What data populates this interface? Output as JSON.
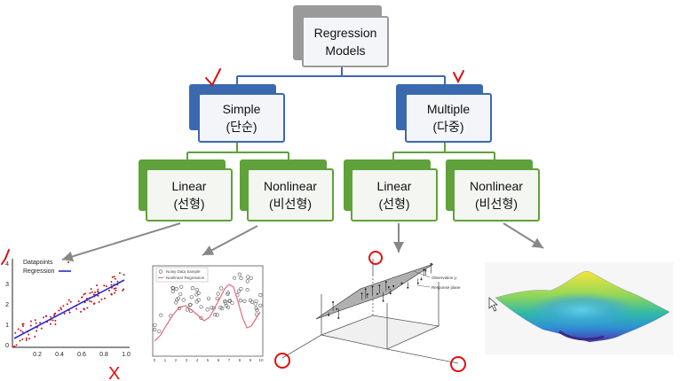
{
  "tree": {
    "root": {
      "line1": "Regression",
      "line2": "Models"
    },
    "simple": {
      "line1": "Simple",
      "line2": "(단순)"
    },
    "multiple": {
      "line1": "Multiple",
      "line2": "(다중)"
    },
    "simple_linear": {
      "line1": "Linear",
      "line2": "(선형)"
    },
    "simple_nonlinear": {
      "line1": "Nonlinear",
      "line2": "(비선형)"
    },
    "multiple_linear": {
      "line1": "Linear",
      "line2": "(선형)"
    },
    "multiple_nonlinear": {
      "line1": "Nonlinear",
      "line2": "(비선형)"
    }
  },
  "colors": {
    "blue": "#3a69b0",
    "green": "#5fa13a",
    "gray": "#999999",
    "annotation": "#e01010"
  },
  "plots": {
    "linear": {
      "legend": [
        "Datapoints",
        "Regression"
      ],
      "x_ticks": [
        "0.2",
        "0.4",
        "0.6",
        "0.8",
        "1.0"
      ],
      "y_ticks": [
        "0",
        "1",
        "2",
        "3",
        "4"
      ]
    },
    "nonlinear": {
      "legend": [
        "Noisy Data Sample",
        "Nonlinear Regression"
      ],
      "x_ticks": [
        "0",
        "1",
        "2",
        "3",
        "4",
        "5",
        "6",
        "7",
        "8",
        "9",
        "10"
      ]
    },
    "plane": {
      "labels": [
        "Observation yᵢ",
        "Response plane"
      ]
    }
  },
  "annotations": [
    "X"
  ]
}
